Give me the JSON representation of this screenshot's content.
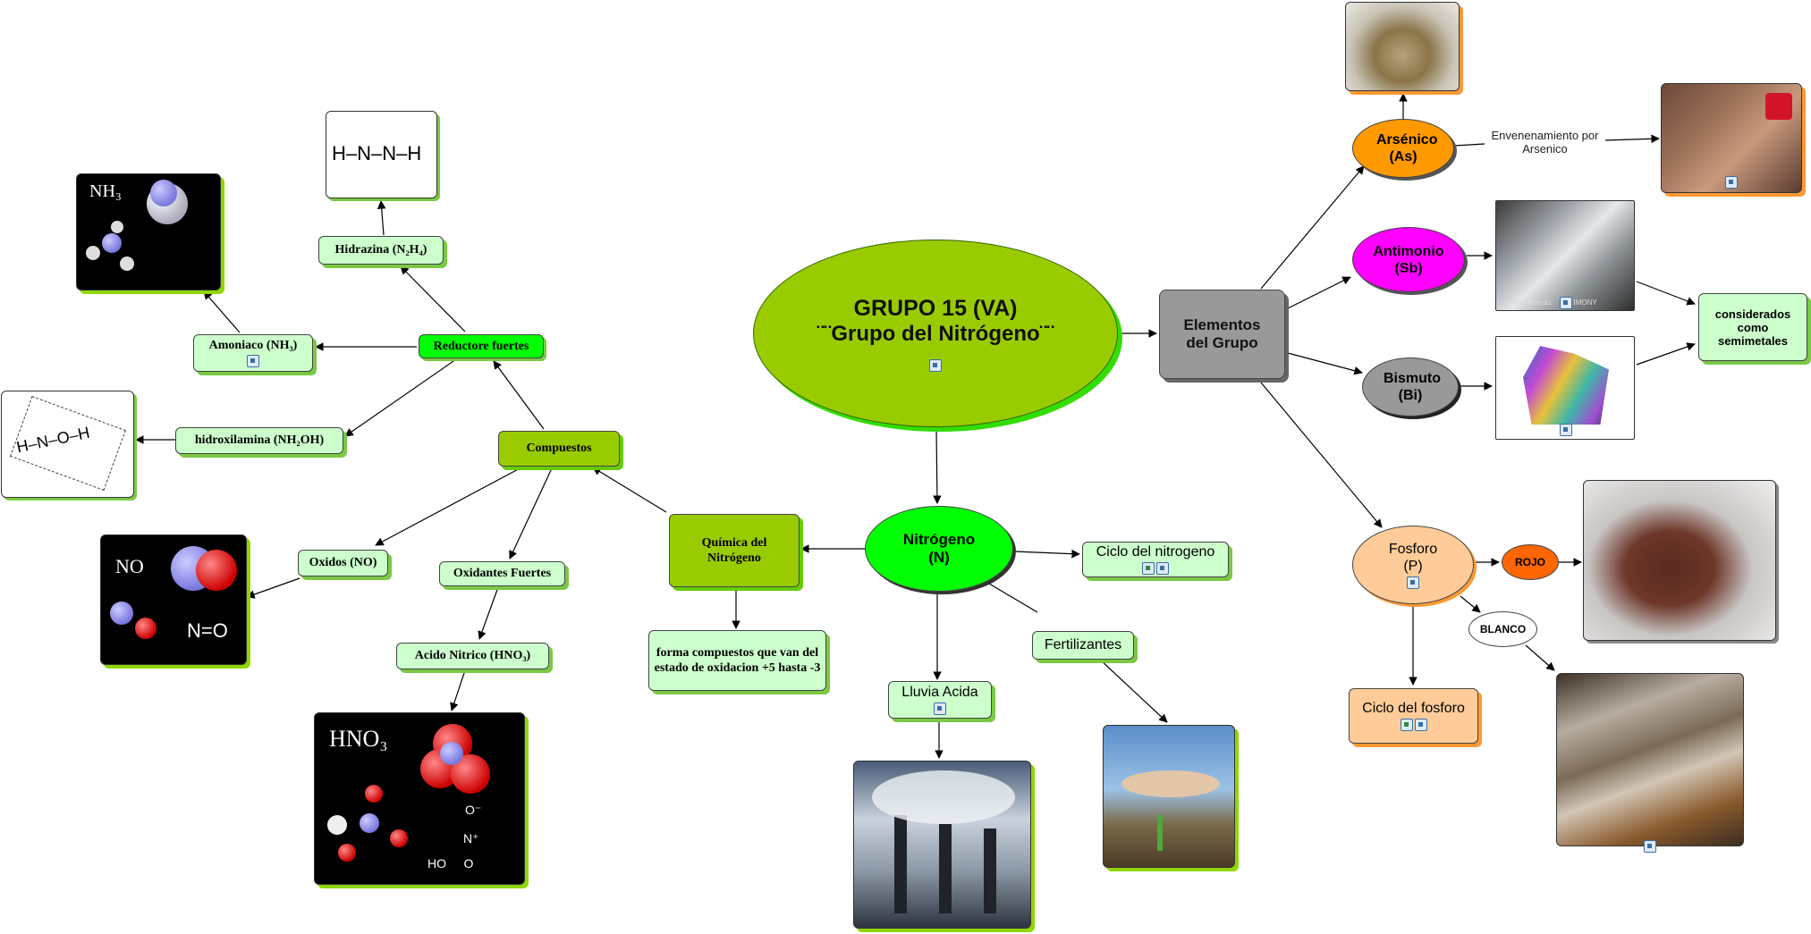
{
  "diagram": {
    "central": {
      "title": "GRUPO 15 (VA)",
      "subtitle": "¨¨Grupo del Nitrógeno¨¨"
    },
    "elementos": "Elementos del Grupo",
    "arsenico": "Arsénico (As)",
    "antimonio": "Antimonio (Sb)",
    "bismuto": "Bismuto (Bi)",
    "fosforo": "Fosforo (P)",
    "envenenamiento": "Envenenamiento por Arsenico",
    "semimetales": "considerados como semimetales",
    "rojo": "ROJO",
    "blanco": "BLANCO",
    "ciclo_fosforo": "Ciclo del fosforo",
    "nitrogeno": "Nitrógeno (N)",
    "ciclo_nitrogeno": "Ciclo del nitrogeno",
    "fertilizantes": "Fertilizantes",
    "lluvia_acida": "Lluvia Acida",
    "quimica": "Química del Nitrógeno",
    "oxidacion": "forma compuestos que van del estado de oxidacion +5 hasta -3",
    "compuestos": "Compuestos",
    "reductores": "Reductore fuertes",
    "hidrazina": "Hidrazina (N₂H₄)",
    "amoniaco": "Amoniaco (NH₃)",
    "hidroxilamina": "hidroxilamina (NH₂OH)",
    "oxidos": "Oxidos (NO)",
    "oxidantes": "Oxidantes Fuertes",
    "acido_nitrico": "Acido Nitrico (HNO₃)",
    "img_nh3": "NH₃",
    "img_no": "NO",
    "img_no_formula": "N=O",
    "img_hno3": "HNO₃",
    "img_hno3_formula_o": "O⁻",
    "img_hno3_formula_n": "N⁺",
    "img_hno3_formula_rest": "HO     O",
    "img_hydrazine": "H–N–N–H",
    "img_hydroxylamine": "H–N–O–H",
    "img_sb_caption1": "Crest Minerals",
    "img_sb_caption2": "ANTIMONY"
  },
  "colors": {
    "arsenico": "#ff9900",
    "antimonio": "#ff00ff",
    "bismuto": "#999999",
    "nitrogeno": "#00ff00",
    "reductores": "#00ff00",
    "rojo": "#ff6600",
    "central": "#99cc00"
  }
}
